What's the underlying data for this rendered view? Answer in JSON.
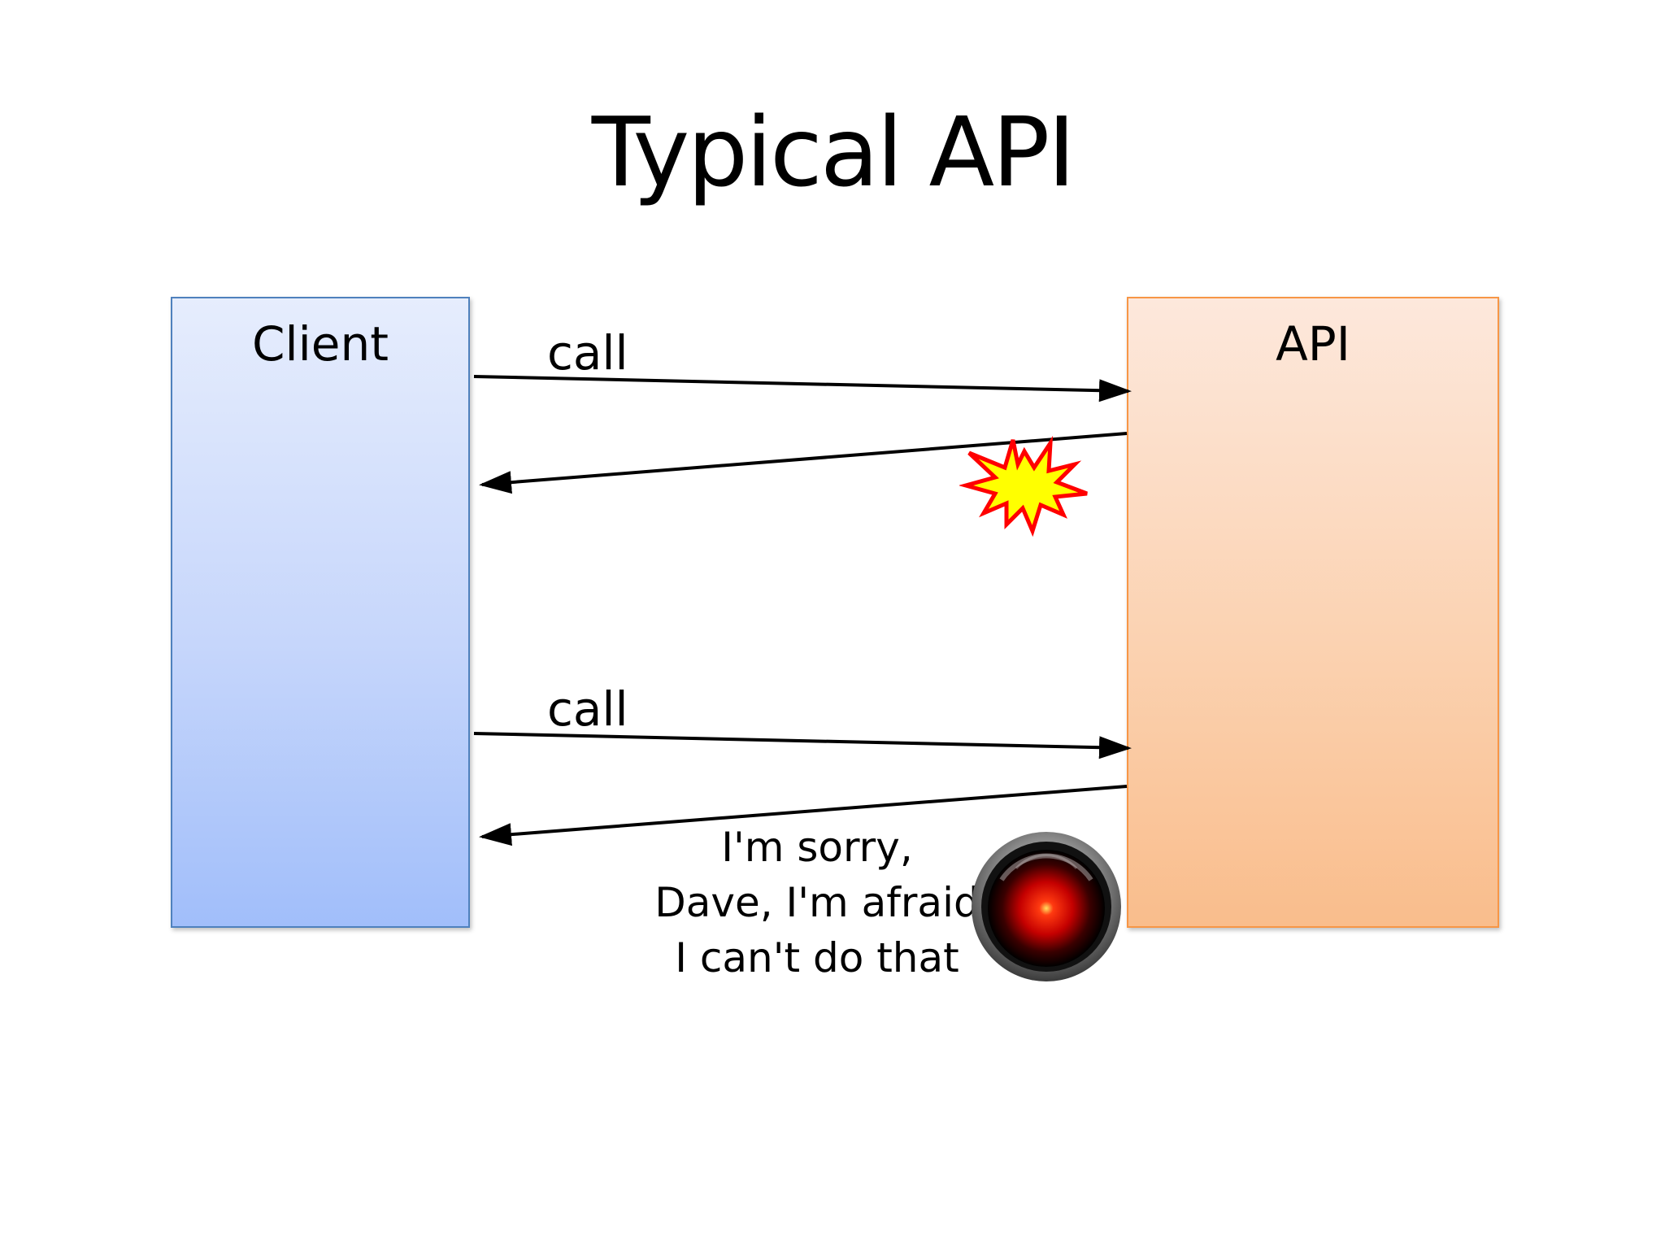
{
  "slide": {
    "title": "Typical API"
  },
  "client": {
    "label": "Client"
  },
  "api": {
    "label": "API"
  },
  "arrows": {
    "first_call_label": "call",
    "second_call_label": "call"
  },
  "response": {
    "quote_line_1": "I'm sorry,",
    "quote_line_2": "Dave, I'm afraid",
    "quote_line_3": "I can't do that"
  },
  "icons": {
    "error": "explosion-burst-icon",
    "hal": "hal-9000-eye-icon"
  },
  "colors": {
    "client_border": "#4f81bd",
    "api_border": "#f79646",
    "burst_fill": "#ffff00",
    "burst_stroke": "#ff0000",
    "hal_eye": "#ff1a00"
  }
}
